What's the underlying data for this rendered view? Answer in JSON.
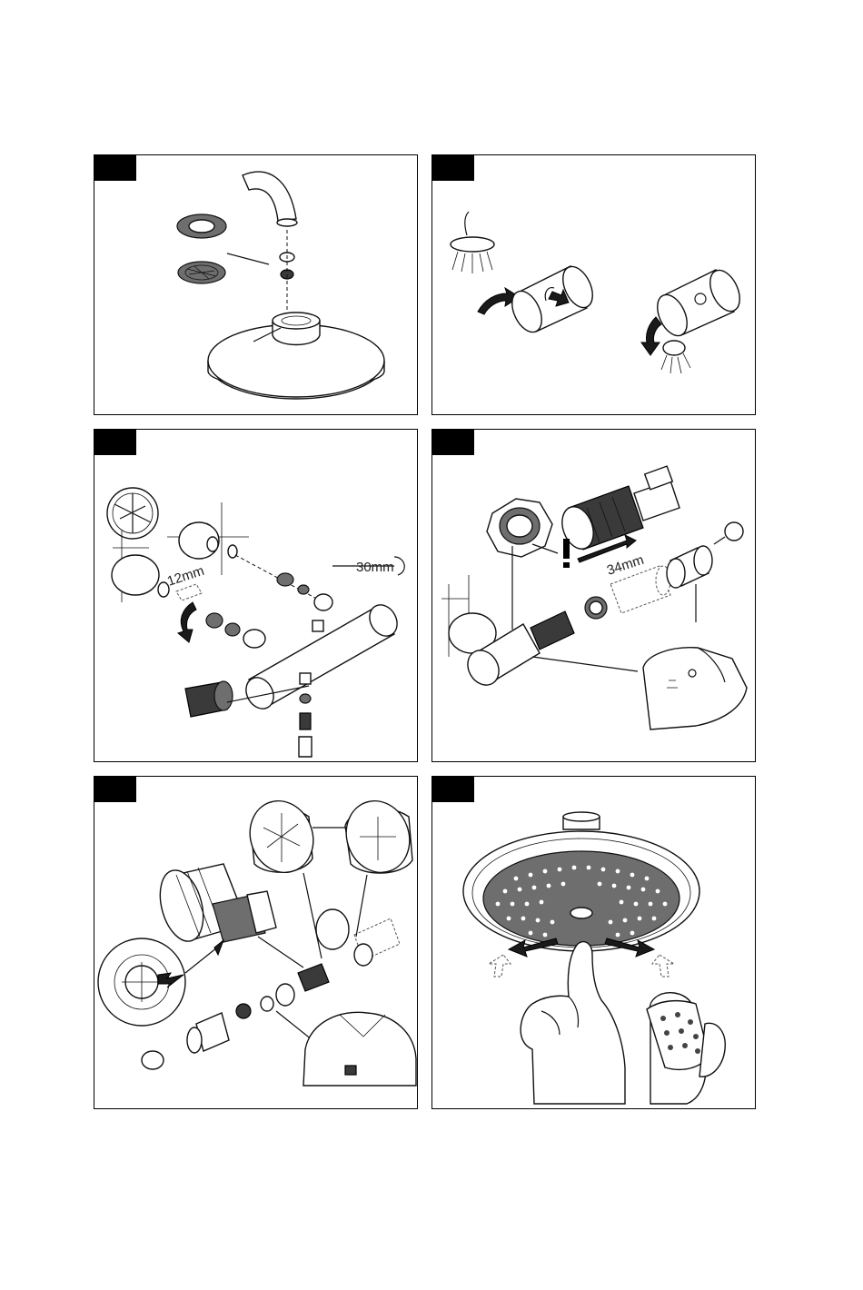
{
  "panels": [
    {
      "id": "p1",
      "labels": []
    },
    {
      "id": "p2",
      "labels": []
    },
    {
      "id": "p3",
      "labels": [
        "12mm",
        "30mm"
      ]
    },
    {
      "id": "p4",
      "labels": [
        "34mm"
      ]
    },
    {
      "id": "p5",
      "labels": []
    },
    {
      "id": "p6",
      "labels": []
    }
  ],
  "icons": {
    "step_tab": "black-step-tab",
    "warning": "exclamation-icon"
  },
  "colors": {
    "ink": "#111111",
    "part_grey": "#6e6e6e",
    "dark_part": "#3a3a3a"
  }
}
